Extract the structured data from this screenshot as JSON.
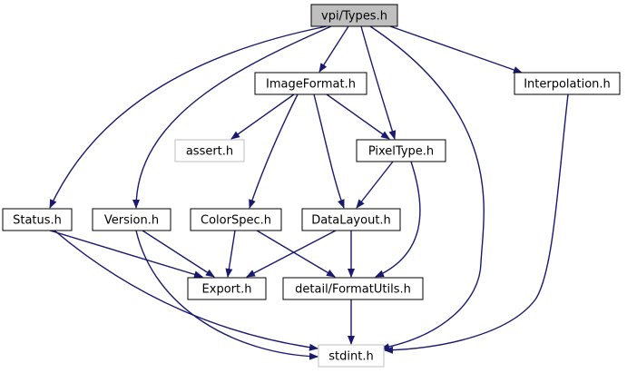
{
  "colors": {
    "edge": "#191970",
    "node_border": "#000000",
    "node_fill": "#ffffff",
    "highlight_fill": "#bfbfbf",
    "external_border": "#bfbfbf"
  },
  "nodes": [
    {
      "id": "types",
      "label": "vpi/Types.h",
      "kind": "highlight"
    },
    {
      "id": "imageformat",
      "label": "ImageFormat.h",
      "kind": "normal"
    },
    {
      "id": "interpolation",
      "label": "Interpolation.h",
      "kind": "normal"
    },
    {
      "id": "assert",
      "label": "assert.h",
      "kind": "external"
    },
    {
      "id": "pixeltype",
      "label": "PixelType.h",
      "kind": "normal"
    },
    {
      "id": "status",
      "label": "Status.h",
      "kind": "normal"
    },
    {
      "id": "version",
      "label": "Version.h",
      "kind": "normal"
    },
    {
      "id": "colorspec",
      "label": "ColorSpec.h",
      "kind": "normal"
    },
    {
      "id": "datalayout",
      "label": "DataLayout.h",
      "kind": "normal"
    },
    {
      "id": "export",
      "label": "Export.h",
      "kind": "normal"
    },
    {
      "id": "formatutils",
      "label": "detail/FormatUtils.h",
      "kind": "normal"
    },
    {
      "id": "stdint",
      "label": "stdint.h",
      "kind": "external"
    }
  ],
  "edges": [
    {
      "from": "types",
      "to": "imageformat"
    },
    {
      "from": "types",
      "to": "interpolation"
    },
    {
      "from": "types",
      "to": "pixeltype"
    },
    {
      "from": "types",
      "to": "status"
    },
    {
      "from": "types",
      "to": "version"
    },
    {
      "from": "types",
      "to": "stdint"
    },
    {
      "from": "imageformat",
      "to": "assert"
    },
    {
      "from": "imageformat",
      "to": "pixeltype"
    },
    {
      "from": "imageformat",
      "to": "colorspec"
    },
    {
      "from": "imageformat",
      "to": "datalayout"
    },
    {
      "from": "pixeltype",
      "to": "datalayout"
    },
    {
      "from": "pixeltype",
      "to": "formatutils"
    },
    {
      "from": "status",
      "to": "export"
    },
    {
      "from": "status",
      "to": "stdint"
    },
    {
      "from": "version",
      "to": "export"
    },
    {
      "from": "version",
      "to": "stdint"
    },
    {
      "from": "colorspec",
      "to": "export"
    },
    {
      "from": "colorspec",
      "to": "formatutils"
    },
    {
      "from": "datalayout",
      "to": "export"
    },
    {
      "from": "datalayout",
      "to": "formatutils"
    },
    {
      "from": "formatutils",
      "to": "stdint"
    },
    {
      "from": "interpolation",
      "to": "stdint"
    }
  ]
}
